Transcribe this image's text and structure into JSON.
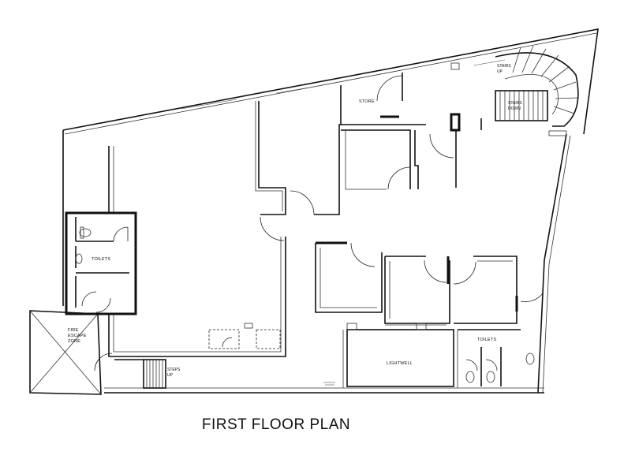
{
  "title": "FIRST FLOOR PLAN",
  "rooms": {
    "store": "STORE",
    "toilets_left": "TOILETS",
    "toilets_right": "TOILETS",
    "lightwell": "LIGHTWELL"
  },
  "zones": {
    "fire_escape": [
      "FIRE",
      "ESCAPE",
      "ZONE"
    ]
  },
  "stairs": {
    "steps_up": [
      "STEPS",
      "UP"
    ],
    "stairs_up": [
      "STAIRS",
      "UP"
    ],
    "stairs_down": [
      "STAIRS",
      "DOWN"
    ]
  }
}
